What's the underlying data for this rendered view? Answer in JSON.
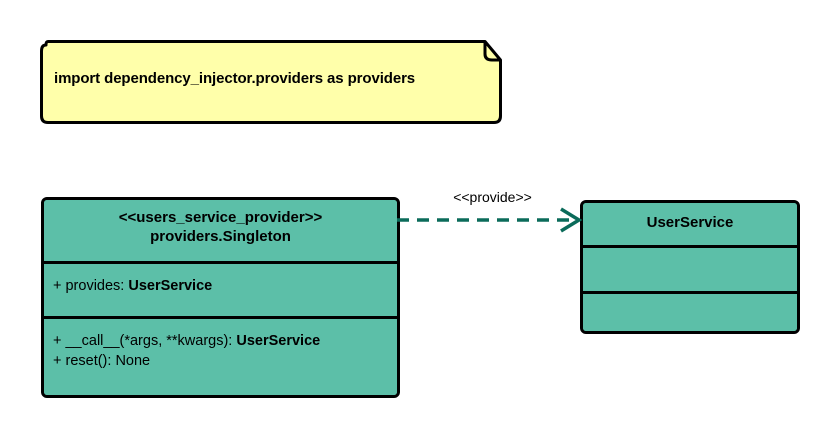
{
  "diagram": {
    "type": "uml-class-diagram",
    "background_color": "#ffffff"
  },
  "note": {
    "name": "import-note",
    "text": "import dependency_injector.providers as providers",
    "fill_color": "#ffffaa",
    "border_color": "#000000"
  },
  "provider_class": {
    "stereotype": "<<users_service_provider>>",
    "name": "providers.Singleton",
    "fill_color": "#5cbfa8",
    "border_color": "#000000",
    "attributes": [
      {
        "prefix": "+ provides: ",
        "type": "UserService"
      }
    ],
    "operations": [
      {
        "prefix": "+ __call__(*args, **kwargs): ",
        "type": "UserService"
      },
      {
        "prefix": "+ reset(): None",
        "type": ""
      }
    ]
  },
  "userservice_class": {
    "name": "UserService",
    "fill_color": "#5cbfa8",
    "border_color": "#000000",
    "attributes": [],
    "operations": []
  },
  "connector": {
    "label": "<<provide>>",
    "style": "dashed",
    "arrow": "open",
    "color": "#0b6b5a"
  }
}
